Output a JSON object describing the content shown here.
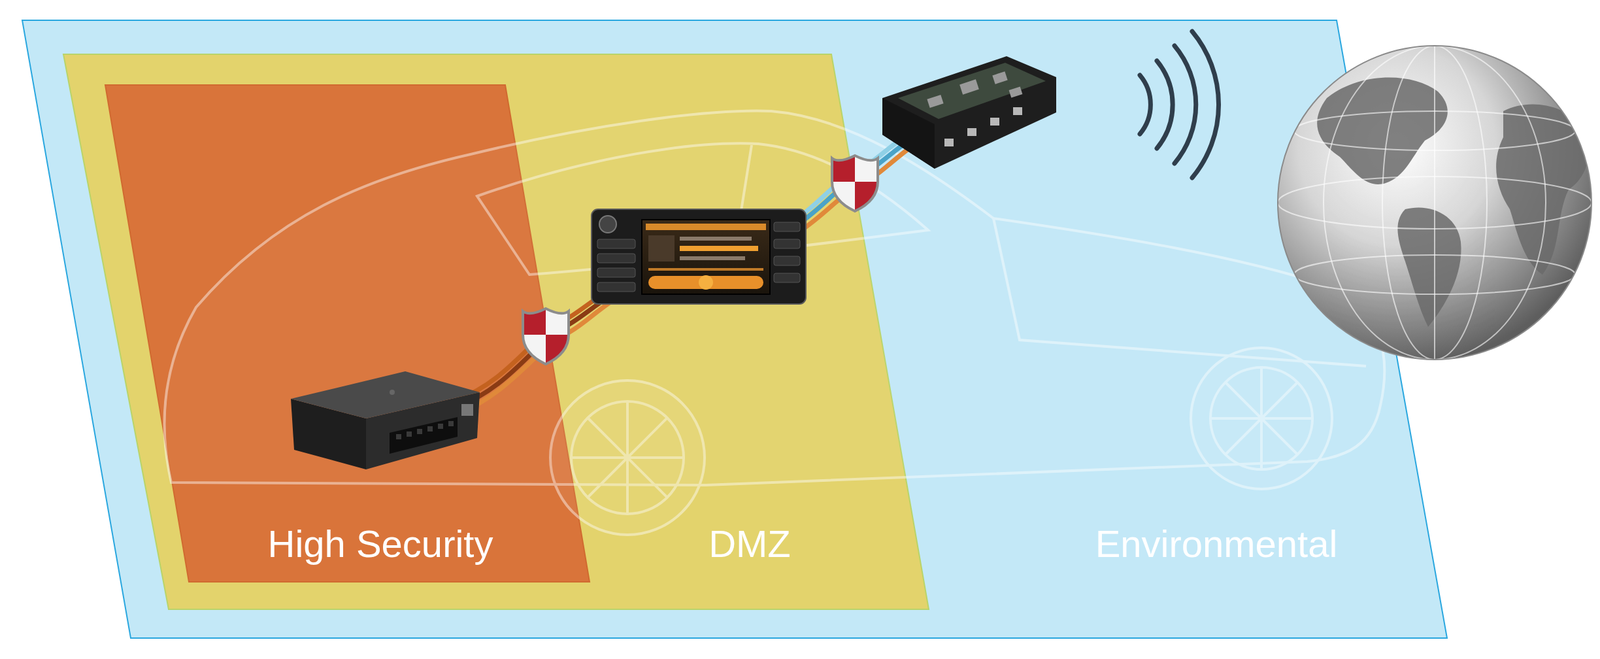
{
  "diagram": {
    "nodes": [
      {
        "text": [
          "Environmental"
        ]
      },
      {
        "text": [
          "DMZ"
        ],
        "in": 0
      },
      {
        "text": [
          "High Security"
        ],
        "in": 1
      }
    ]
  }
}
